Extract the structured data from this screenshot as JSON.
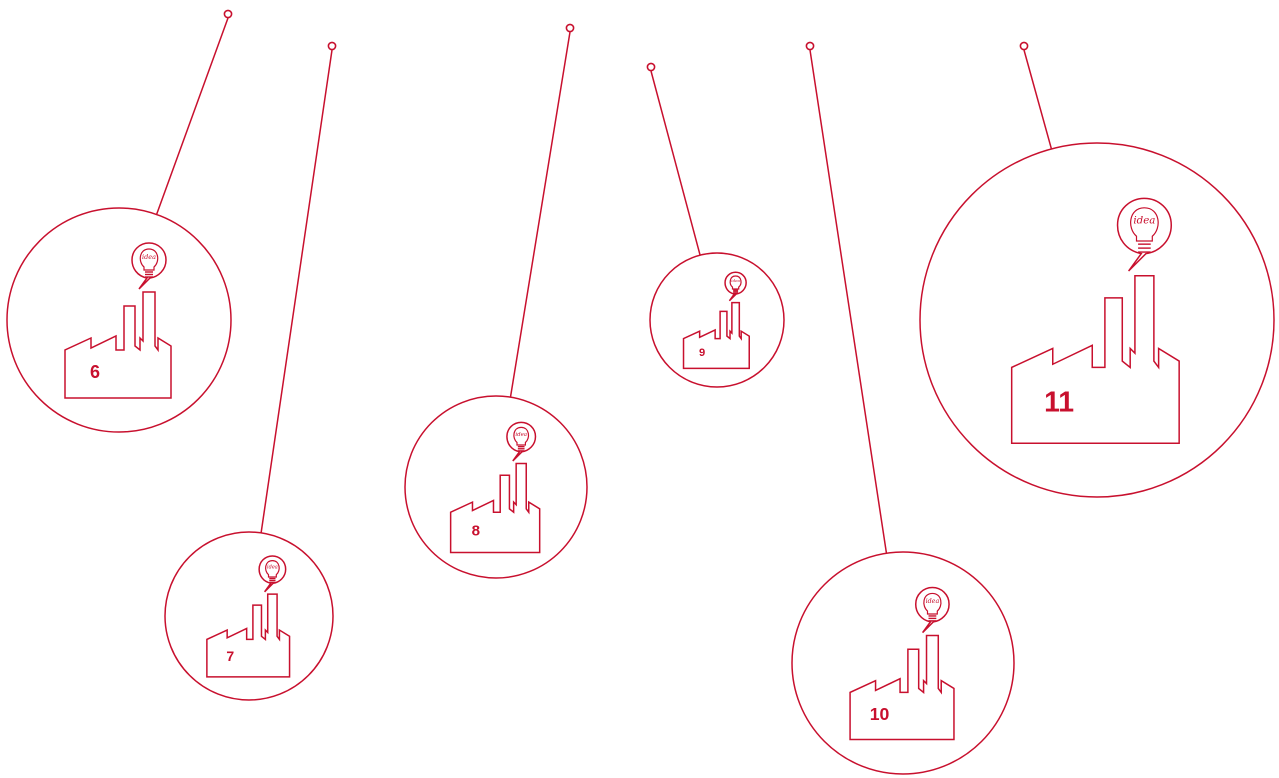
{
  "accent_color": "#c8102e",
  "items": [
    {
      "label": "6",
      "icon": "idea-bulb-icon",
      "building": "factory-icon"
    },
    {
      "label": "7",
      "icon": "idea-bulb-icon",
      "building": "factory-icon"
    },
    {
      "label": "8",
      "icon": "idea-bulb-icon",
      "building": "factory-icon"
    },
    {
      "label": "9",
      "icon": "idea-bulb-icon",
      "building": "factory-icon"
    },
    {
      "label": "10",
      "icon": "idea-bulb-icon",
      "building": "factory-icon"
    },
    {
      "label": "11",
      "icon": "idea-bulb-icon",
      "building": "factory-icon"
    }
  ],
  "bulb_text": "idea"
}
